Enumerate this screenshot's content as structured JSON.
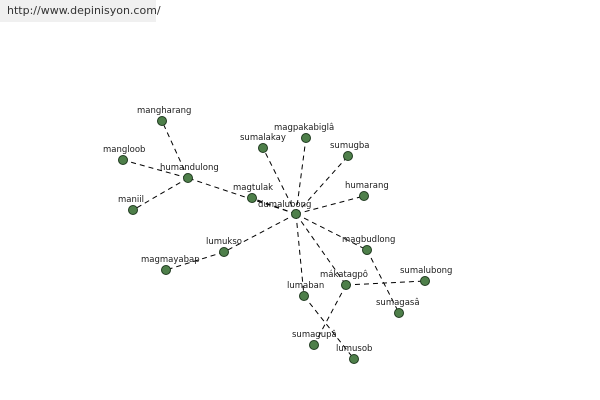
{
  "header": {
    "url": "http://www.depinisyon.com/"
  },
  "graph": {
    "colors": {
      "node_fill": "#4e7f4a",
      "node_stroke": "#1f3a1f",
      "edge": "#000000"
    },
    "nodes": [
      {
        "id": "dumalubong",
        "label": "dumalubong"
      },
      {
        "id": "humandulong",
        "label": "humandulong"
      },
      {
        "id": "mangharang",
        "label": "mangharang"
      },
      {
        "id": "mangloob",
        "label": "mangloob"
      },
      {
        "id": "maniil",
        "label": "maniil"
      },
      {
        "id": "magtulak",
        "label": "magtulak"
      },
      {
        "id": "sumalakay",
        "label": "sumalakay"
      },
      {
        "id": "magpakabigla",
        "label": "magpakabiglâ"
      },
      {
        "id": "sumugba",
        "label": "sumugba"
      },
      {
        "id": "humarang",
        "label": "humarang"
      },
      {
        "id": "lumukso",
        "label": "lumukso"
      },
      {
        "id": "magmayabap",
        "label": "magmayabap"
      },
      {
        "id": "magbudlong",
        "label": "magbudlong"
      },
      {
        "id": "makatagpo",
        "label": "mákatagpô"
      },
      {
        "id": "sumalubong",
        "label": "sumalubong"
      },
      {
        "id": "sumagasa",
        "label": "sumagasâ"
      },
      {
        "id": "lumaban",
        "label": "lumaban"
      },
      {
        "id": "sumagupa",
        "label": "sumagupâ"
      },
      {
        "id": "lumusob",
        "label": "lumusob"
      }
    ],
    "edges": [
      [
        "dumalubong",
        "humandulong"
      ],
      [
        "humandulong",
        "mangharang"
      ],
      [
        "humandulong",
        "mangloob"
      ],
      [
        "humandulong",
        "maniil"
      ],
      [
        "dumalubong",
        "magtulak"
      ],
      [
        "dumalubong",
        "sumalakay"
      ],
      [
        "dumalubong",
        "magpakabigla"
      ],
      [
        "dumalubong",
        "sumugba"
      ],
      [
        "dumalubong",
        "humarang"
      ],
      [
        "dumalubong",
        "lumukso"
      ],
      [
        "lumukso",
        "magmayabap"
      ],
      [
        "dumalubong",
        "magbudlong"
      ],
      [
        "magbudlong",
        "sumagasa"
      ],
      [
        "dumalubong",
        "makatagpo"
      ],
      [
        "makatagpo",
        "sumalubong"
      ],
      [
        "makatagpo",
        "sumagupa"
      ],
      [
        "dumalubong",
        "lumaban"
      ],
      [
        "lumaban",
        "lumusob"
      ]
    ]
  }
}
